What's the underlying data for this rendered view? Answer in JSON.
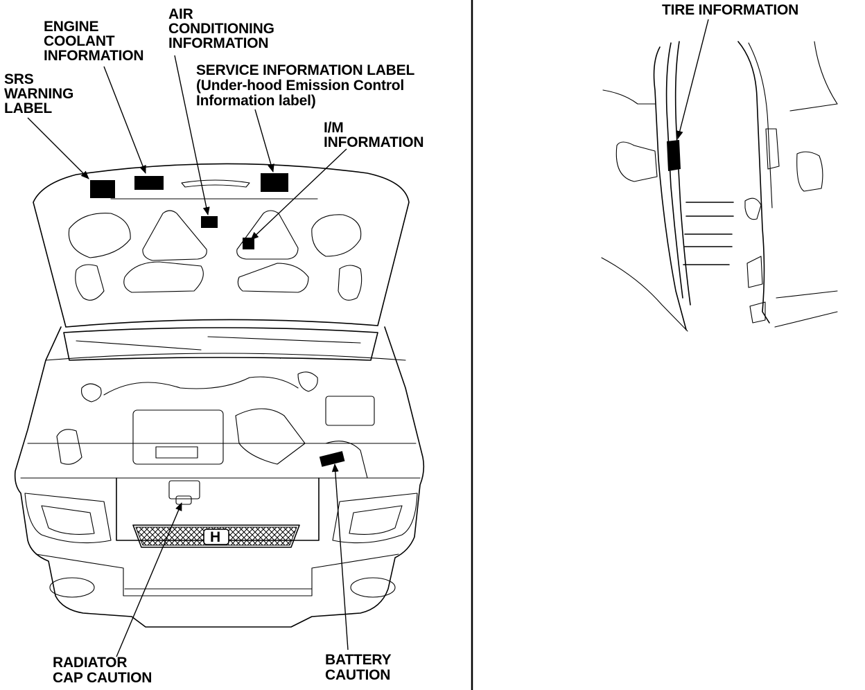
{
  "labels": {
    "srs": [
      "SRS",
      "WARNING",
      "LABEL"
    ],
    "coolant": [
      "ENGINE",
      "COOLANT",
      "INFORMATION"
    ],
    "ac": [
      "AIR",
      "CONDITIONING",
      "INFORMATION"
    ],
    "service": [
      "SERVICE INFORMATION LABEL",
      "(Under-hood Emission Control",
      "Information label)"
    ],
    "im": [
      "I/M",
      "INFORMATION"
    ],
    "tire": [
      "TIRE INFORMATION"
    ],
    "radiator": [
      "RADIATOR",
      "CAP CAUTION"
    ],
    "battery": [
      "BATTERY",
      "CAUTION"
    ]
  },
  "colors": {
    "ink": "#000000",
    "paper": "#ffffff"
  }
}
